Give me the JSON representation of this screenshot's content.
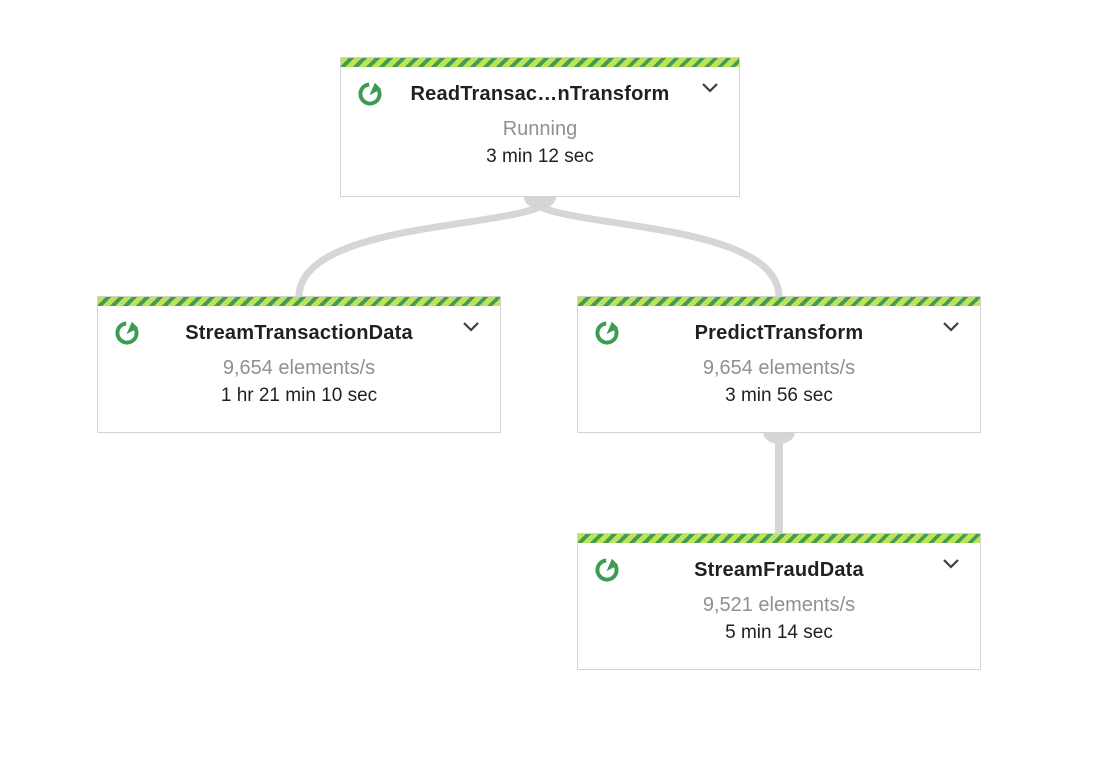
{
  "graph": {
    "nodes": [
      {
        "title": "ReadTransac…nTransform",
        "subtitle": "Running",
        "duration": "3 min 12 sec",
        "status": "running"
      },
      {
        "title": "StreamTransactionData",
        "subtitle": "9,654 elements/s",
        "duration": "1 hr 21 min 10 sec",
        "status": "running"
      },
      {
        "title": "PredictTransform",
        "subtitle": "9,654 elements/s",
        "duration": "3 min 56 sec",
        "status": "running"
      },
      {
        "title": "StreamFraudData",
        "subtitle": "9,521 elements/s",
        "duration": "5 min 14 sec",
        "status": "running"
      }
    ],
    "edges": [
      {
        "from": "ReadTransac…nTransform",
        "to": "StreamTransactionData"
      },
      {
        "from": "ReadTransac…nTransform",
        "to": "PredictTransform"
      },
      {
        "from": "PredictTransform",
        "to": "StreamFraudData"
      }
    ],
    "icons": {
      "status": "running-circular-arrow-icon",
      "expand": "chevron-down-icon"
    },
    "colors": {
      "stripe_light": "#bde356",
      "stripe_dark": "#449a58",
      "status_icon_green": "#3e9c52",
      "connector_gray": "#d6d6d6",
      "node_border": "#d3d3d3",
      "title_text": "#1f2023",
      "muted_text": "#8e9093",
      "chevron": "#3c4043"
    }
  }
}
